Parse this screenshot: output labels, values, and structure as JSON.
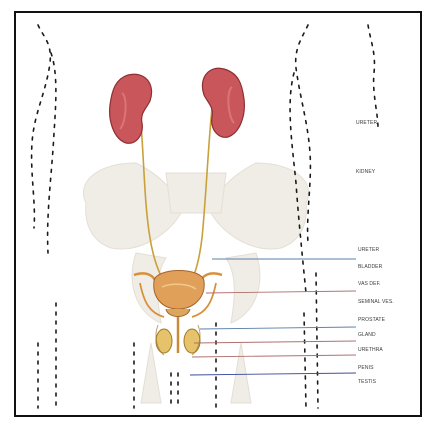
{
  "colors": {
    "kidney": "#c9565a",
    "kidney_dark": "#8e2f33",
    "ureter": "#c9a13a",
    "bladder": "#e0a05a",
    "gland": "#d9a85c",
    "pelvis": "#ece8e0",
    "leader_blue": "#5a7fa8",
    "leader_red": "#b07070",
    "body_outline": "#1a1a1a",
    "frame": "#111111"
  },
  "labels": {
    "l1": "URETER",
    "l2": "KIDNEY",
    "l3": "URETER",
    "l4": "BLADDER",
    "l5": "VAS DEF.",
    "l6": "SEMINAL VES.",
    "l7": "PROSTATE",
    "l8": "GLAND",
    "l9": "URETHRA",
    "l10": "PENIS",
    "l11": "TESTIS"
  }
}
